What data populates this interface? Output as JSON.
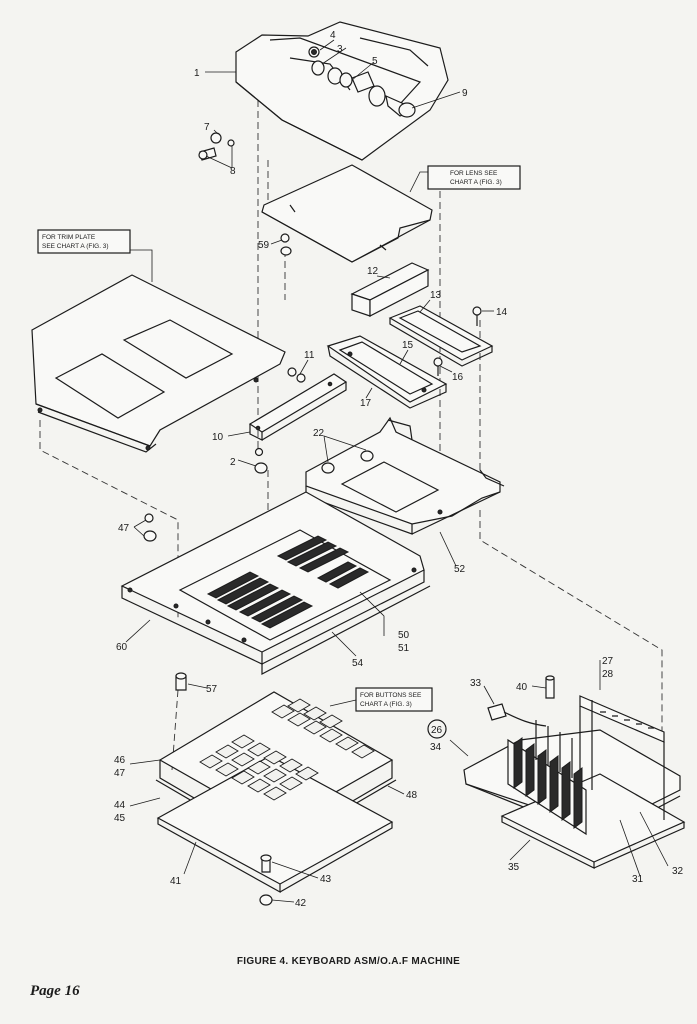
{
  "figure": {
    "caption": "FIGURE 4. KEYBOARD ASM/O.A.F MACHINE",
    "page_label": "Page  16"
  },
  "callouts": {
    "lens": [
      "FOR LENS SEE",
      "CHART A (FIG. 3)"
    ],
    "trim_plate": [
      "FOR TRIM PLATE",
      "SEE CHART A (FIG. 3)"
    ],
    "buttons": [
      "FOR BUTTONS SEE",
      "CHART A (FIG. 3)"
    ]
  },
  "part_numbers": {
    "p1": "1",
    "p2": "2",
    "p3": "3",
    "p4": "4",
    "p5": "5",
    "p7": "7",
    "p8": "8",
    "p9": "9",
    "p10": "10",
    "p11": "11",
    "p12": "12",
    "p13": "13",
    "p14": "14",
    "p15": "15",
    "p16": "16",
    "p17": "17",
    "p22": "22",
    "p26": "26",
    "p27": "27",
    "p28": "28",
    "p31": "31",
    "p32": "32",
    "p33": "33",
    "p34": "34",
    "p35": "35",
    "p40": "40",
    "p41": "41",
    "p42": "42",
    "p43": "43",
    "p44": "44",
    "p45": "45",
    "p46": "46",
    "p47": "47",
    "p47b": "47",
    "p48": "48",
    "p50": "50",
    "p51": "51",
    "p52": "52",
    "p54": "54",
    "p57": "57",
    "p59": "59",
    "p60": "60"
  }
}
